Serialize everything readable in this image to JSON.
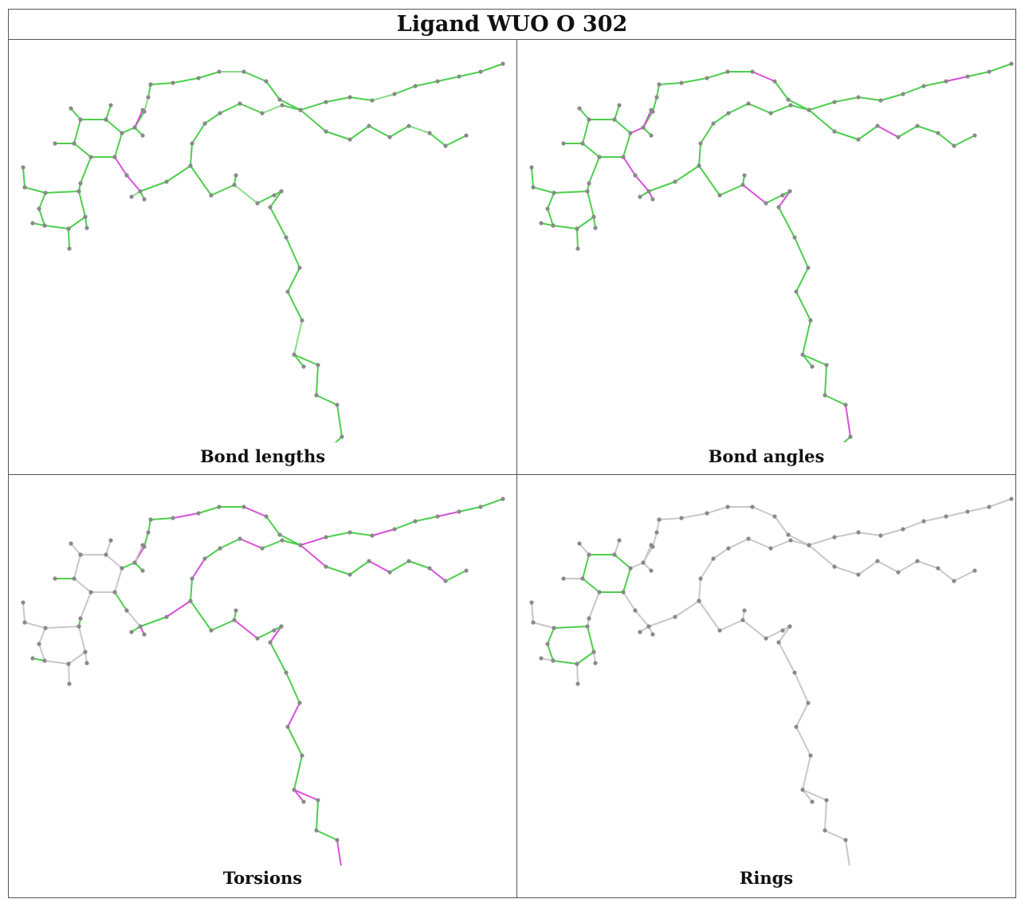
{
  "title": "Ligand WUO O 302",
  "panels": [
    {
      "caption": "Bond lengths"
    },
    {
      "caption": "Bond angles"
    },
    {
      "caption": "Torsions"
    },
    {
      "caption": "Rings"
    }
  ],
  "colors": {
    "ok": "#4ccf4c",
    "ok_light": "#88dd88",
    "outlier": "#d94fd9",
    "neutral": "#c8c8c8",
    "atom": "#8a8a8a"
  }
}
